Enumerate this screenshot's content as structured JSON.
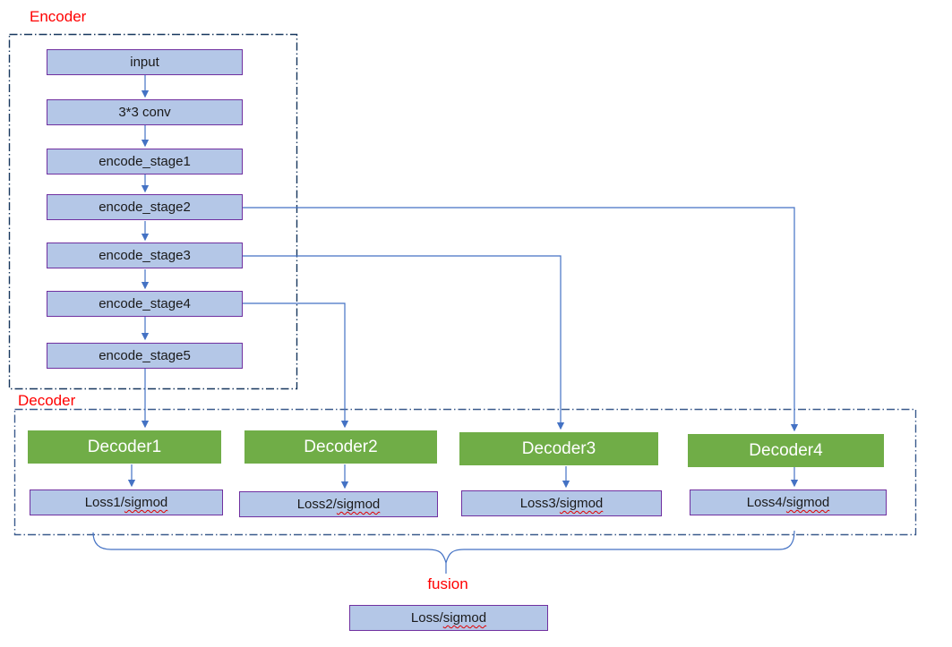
{
  "labels": {
    "encoder": "Encoder",
    "decoder": "Decoder",
    "fusion": "fusion"
  },
  "encoder_stages": [
    "input",
    "3*3 conv",
    "encode_stage1",
    "encode_stage2",
    "encode_stage3",
    "encode_stage4",
    "encode_stage5"
  ],
  "decoders": [
    {
      "label": "Decoder1",
      "loss_prefix": "Loss1/",
      "loss_word": "sigmod"
    },
    {
      "label": "Decoder2",
      "loss_prefix": "Loss2/",
      "loss_word": "sigmod"
    },
    {
      "label": "Decoder3",
      "loss_prefix": "Loss3/",
      "loss_word": "sigmod"
    },
    {
      "label": "Decoder4",
      "loss_prefix": "Loss4/",
      "loss_word": "sigmod"
    }
  ],
  "fusion_loss": {
    "prefix": "Loss/",
    "word": "sigmod"
  },
  "colors": {
    "box_fill": "#b4c7e7",
    "box_border": "#7030a0",
    "green_fill": "#70ad47",
    "connector": "#4472c4",
    "encoder_outline": "#17375e",
    "decoder_outline": "#3a5a8c",
    "label_red": "#ff0000",
    "squiggle": "#e00000"
  }
}
